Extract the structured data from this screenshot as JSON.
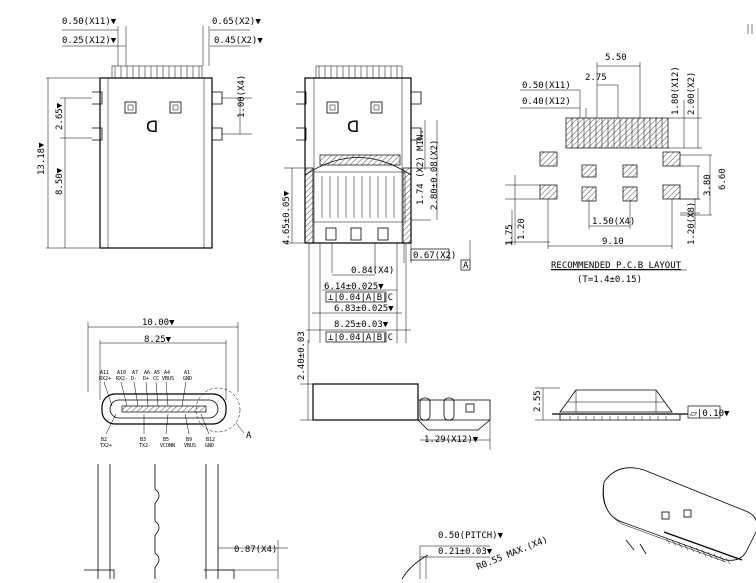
{
  "dims": {
    "top_left": {
      "d1": "0.50(X11)▼",
      "d2": "0.25(X12)▼",
      "d3": "0.65(X2)▼",
      "d4": "0.45(X2)▼",
      "d5": "1.00(X4)",
      "d6": "2.65▼",
      "d7": "13.18▼",
      "d8": "8.50▼"
    },
    "top_mid": {
      "d1": "1.74 (X2) MIN.",
      "d2": "2.80±0.08(X2)",
      "d3": "4.65±0.05▼",
      "d4": "0.67(X2)",
      "d5": "0.84(X4)",
      "d6": "6.14±0.025▼",
      "d7": "6.83±0.025▼",
      "d8": "8.25±0.03▼",
      "tol1": "⟂|0.04|A|B|C",
      "tol2": "⟂|0.04|A|B|C",
      "datum": "A"
    },
    "top_right": {
      "d1": "5.50",
      "d2": "2.75",
      "d3": "0.50(X11)",
      "d4": "0.40(X12)",
      "d5": "1.80(X12)",
      "d6": "2.00(X2)",
      "d7": "6.60",
      "d8": "3.80",
      "d9": "1.50(X4)",
      "d10": "1.75",
      "d11": "1.20",
      "d12": "9.10",
      "d13": "1.20(X8)",
      "title": "RECOMMENDED P.C.B LAYOUT",
      "subtitle": "(T=1.4±0.15)"
    },
    "mid_left": {
      "d1": "10.00▼",
      "d2": "8.25▼",
      "pins_top": [
        "A11\nRX2+",
        "A10\nRX2-",
        "A7\nD-",
        "A6\nD+",
        "A5\nCC",
        "A4\nVBUS",
        "A1\nGND"
      ],
      "pins_bottom": [
        "B2\nTX2+",
        "B3\nTX2-",
        "B5\nVCONN",
        "B9\nVBUS",
        "B12\nGND"
      ],
      "callout": "A"
    },
    "mid_center": {
      "d1": "2.40±0.03",
      "d2": "1.29(X12)▼"
    },
    "mid_right": {
      "d1": "2.55",
      "flat": "⏥|0.10▼"
    },
    "bottom": {
      "d1": "0.87(X4)",
      "d2": "0.50(PITCH)▼",
      "d3": "0.21±0.03▼",
      "d4": "R0.55 MAX.(X4)"
    }
  }
}
